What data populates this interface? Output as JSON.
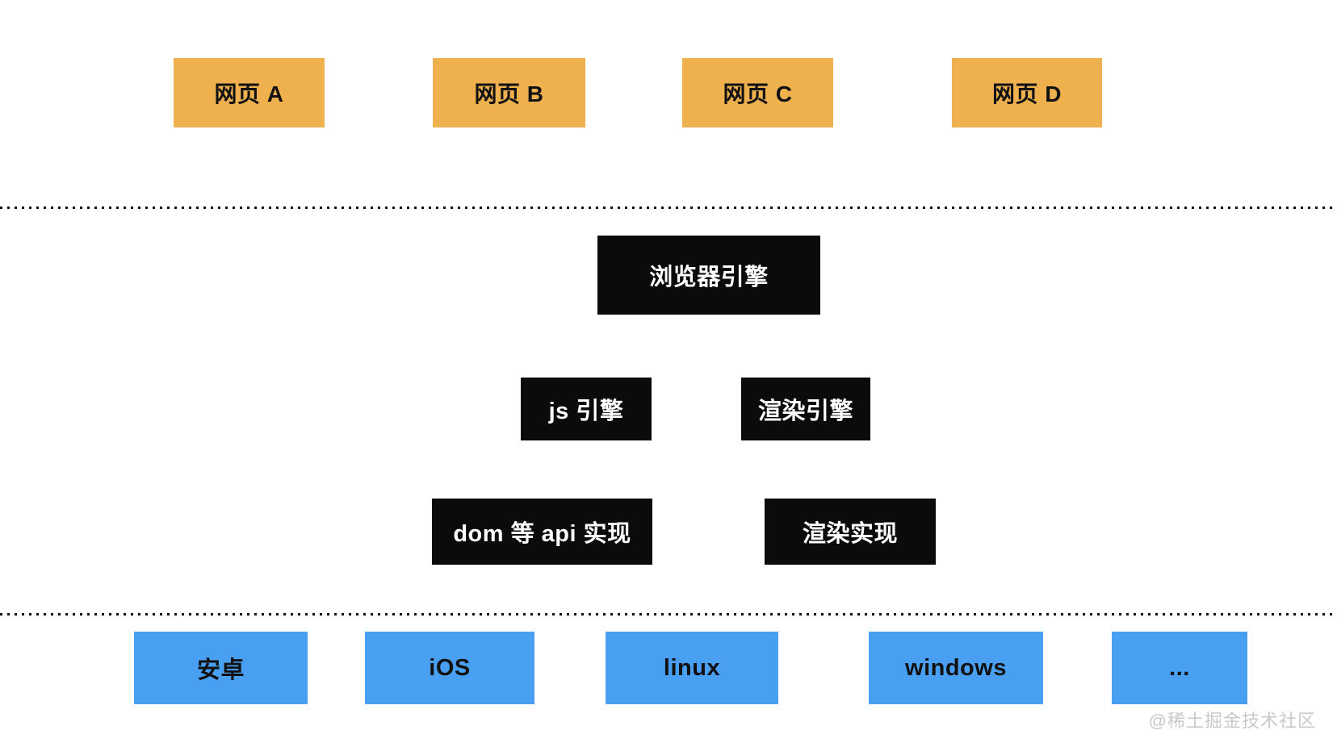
{
  "diagram": {
    "webpages": [
      {
        "label": "网页 A"
      },
      {
        "label": "网页 B"
      },
      {
        "label": "网页 C"
      },
      {
        "label": "网页 D"
      }
    ],
    "browser_engine": {
      "label": "浏览器引擎"
    },
    "engines": [
      {
        "label": "js 引擎"
      },
      {
        "label": "渲染引擎"
      }
    ],
    "implementations": [
      {
        "label": "dom 等 api 实现"
      },
      {
        "label": "渲染实现"
      }
    ],
    "platforms": [
      {
        "label": "安卓"
      },
      {
        "label": "iOS"
      },
      {
        "label": "linux"
      },
      {
        "label": "windows"
      },
      {
        "label": "..."
      }
    ],
    "watermark": "@稀土掘金技术社区"
  },
  "colors": {
    "webpage_box": "#efb14e",
    "engine_box": "#0b0b0b",
    "platform_box": "#49a0f3",
    "dotted_line": "#111111",
    "watermark_text": "#c9c9c9"
  }
}
